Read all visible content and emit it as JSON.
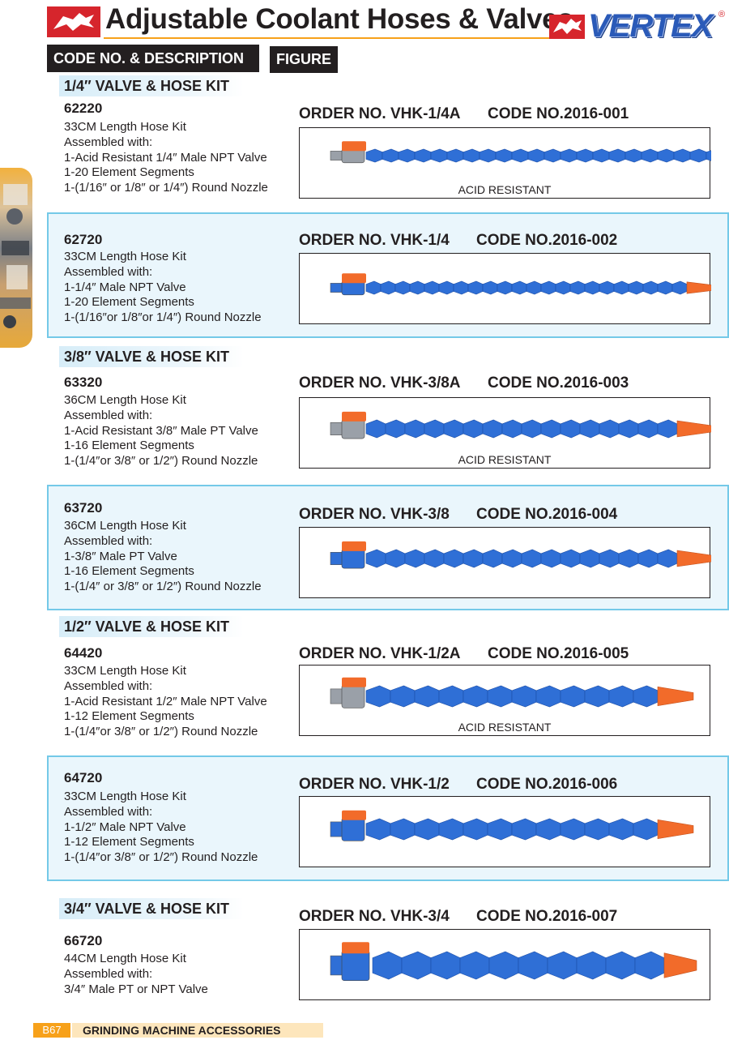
{
  "header": {
    "title": "Adjustable Coolant Hoses & Valves",
    "brand": "VERTEX",
    "brand_mark": "®",
    "code_header": "CODE NO. & DESCRIPTION",
    "figure_header": "FIGURE"
  },
  "sections": [
    {
      "label": "1/4″ VALVE & HOSE KIT"
    },
    {
      "label": "3/8″ VALVE & HOSE KIT"
    },
    {
      "label": "1/2″ VALVE & HOSE KIT"
    },
    {
      "label": "3/4″ VALVE & HOSE KIT"
    }
  ],
  "products": [
    {
      "code": "62220",
      "lines": [
        "33CM Length Hose Kit",
        "Assembled with:",
        "1-Acid Resistant 1/4″ Male NPT Valve",
        "1-20 Element Segments",
        "1-(1/16″ or 1/8″ or 1/4″) Round Nozzle"
      ],
      "order": "ORDER NO. VHK-1/4A",
      "code_no": "CODE NO.2016-001",
      "caption": "ACID RESISTANT"
    },
    {
      "code": "62720",
      "lines": [
        "33CM Length Hose Kit",
        "Assembled with:",
        "1-1/4″ Male NPT Valve",
        "1-20 Element Segments",
        "1-(1/16″or 1/8″or 1/4″) Round Nozzle"
      ],
      "order": "ORDER NO. VHK-1/4",
      "code_no": "CODE NO.2016-002",
      "caption": ""
    },
    {
      "code": "63320",
      "lines": [
        "36CM Length Hose Kit",
        "Assembled with:",
        "1-Acid Resistant 3/8″ Male PT Valve",
        "1-16 Element Segments",
        "1-(1/4″or 3/8″ or 1/2″) Round Nozzle"
      ],
      "order": "ORDER NO. VHK-3/8A",
      "code_no": "CODE NO.2016-003",
      "caption": "ACID RESISTANT"
    },
    {
      "code": "63720",
      "lines": [
        "36CM Length Hose Kit",
        "Assembled with:",
        "1-3/8″ Male PT Valve",
        "1-16 Element Segments",
        "1-(1/4″ or 3/8″ or 1/2″) Round Nozzle"
      ],
      "order": "ORDER NO. VHK-3/8",
      "code_no": "CODE NO.2016-004",
      "caption": ""
    },
    {
      "code": "64420",
      "lines": [
        "33CM Length Hose Kit",
        "Assembled with:",
        "1-Acid Resistant 1/2″ Male NPT Valve",
        "1-12 Element Segments",
        "1-(1/4″or 3/8″ or 1/2″) Round Nozzle"
      ],
      "order": "ORDER NO. VHK-1/2A",
      "code_no": "CODE NO.2016-005",
      "caption": "ACID RESISTANT"
    },
    {
      "code": "64720",
      "lines": [
        "33CM Length Hose Kit",
        "Assembled with:",
        "1-1/2″ Male NPT Valve",
        "1-12 Element Segments",
        "1-(1/4″or 3/8″ or 1/2″) Round Nozzle"
      ],
      "order": "ORDER NO. VHK-1/2",
      "code_no": "CODE NO.2016-006",
      "caption": ""
    },
    {
      "code": "66720",
      "lines": [
        "44CM Length Hose Kit",
        "Assembled with:",
        "3/4″ Male PT or NPT Valve"
      ],
      "order": "ORDER NO. VHK-3/4",
      "code_no": "CODE NO.2016-007",
      "caption": ""
    }
  ],
  "footer": {
    "page": "B67",
    "title": "GRINDING MACHINE ACCESSORIES"
  },
  "colors": {
    "hose_blue": "#2f6fd6",
    "valve_orange": "#f26b2a",
    "accent_orange": "#f7a11a",
    "box_blue": "#74c9e8",
    "brand_red": "#d6252c"
  }
}
